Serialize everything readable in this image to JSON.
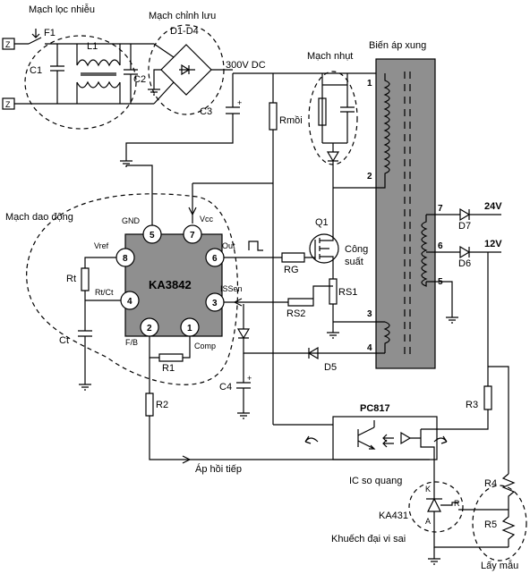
{
  "labels": {
    "filter_block": "Mạch lọc nhiễu",
    "rectifier_block": "Mạch chỉnh lưu",
    "snubber_block": "Mạch nhụt",
    "pulse_transformer": "Biến áp xung",
    "oscillator_block": "Mạch dao động",
    "dc_300v": "300V DC",
    "ic_name": "KA3842",
    "power_label_1": "Công",
    "power_label_2": "suất",
    "feedback": "Áp hồi tiếp",
    "opto_caption": "IC so quang",
    "diff_amp": "Khuếch đại vi sai",
    "sampling": "Lấy mẫu",
    "out_24v": "24V",
    "out_12v": "12V",
    "z_top": "Z",
    "z_bottom": "Z"
  },
  "components": {
    "F1": "F1",
    "L1": "L1",
    "C1": "C1",
    "C2": "C2",
    "D1D4": "D1-D4",
    "C3": "C3",
    "Rmoi": "Rmồi",
    "Q1": "Q1",
    "RS1": "RS1",
    "RG": "RG",
    "RS2": "RS2",
    "Rt": "Rt",
    "Ct": "Ct",
    "R1": "R1",
    "R2": "R2",
    "C4": "C4",
    "D5": "D5",
    "D6": "D6",
    "D7": "D7",
    "R3": "R3",
    "R4": "R4",
    "R5": "R5",
    "PC817": "PC817",
    "KA431": "KA431",
    "K": "K",
    "A": "A",
    "R": "R"
  },
  "ic_pins": [
    {
      "num": "5",
      "name": "GND"
    },
    {
      "num": "7",
      "name": "Vcc"
    },
    {
      "num": "8",
      "name": "Vref"
    },
    {
      "num": "6",
      "name": "Out"
    },
    {
      "num": "4",
      "name": "Rt/Ct"
    },
    {
      "num": "3",
      "name": "ISSen"
    },
    {
      "num": "2",
      "name": "F/B"
    },
    {
      "num": "1",
      "name": "Comp"
    }
  ],
  "transformer_pins": [
    "1",
    "2",
    "3",
    "4",
    "5",
    "6",
    "7"
  ]
}
